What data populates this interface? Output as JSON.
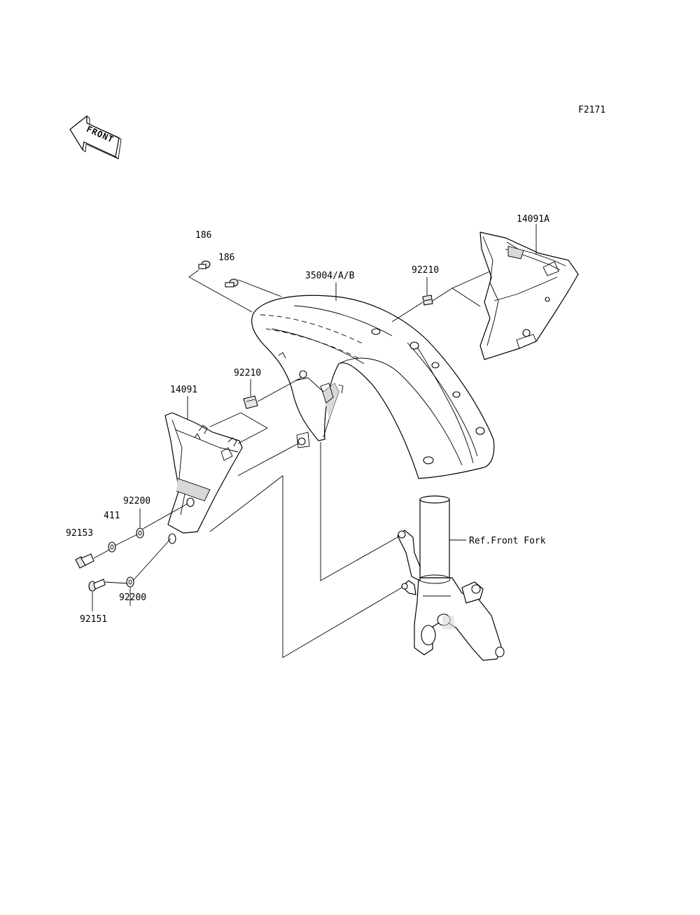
{
  "figure_code": "F2171",
  "front_arrow_label": "FRONT",
  "labels": {
    "p186_a": "186",
    "p186_b": "186",
    "p35004": "35004/A/B",
    "p92210_right": "92210",
    "p14091A": "14091A",
    "p92210_left": "92210",
    "p14091": "14091",
    "p92200_top": "92200",
    "p411": "411",
    "p92153": "92153",
    "p92200_bottom": "92200",
    "p92151": "92151",
    "ref_front_fork": "Ref.Front Fork"
  }
}
